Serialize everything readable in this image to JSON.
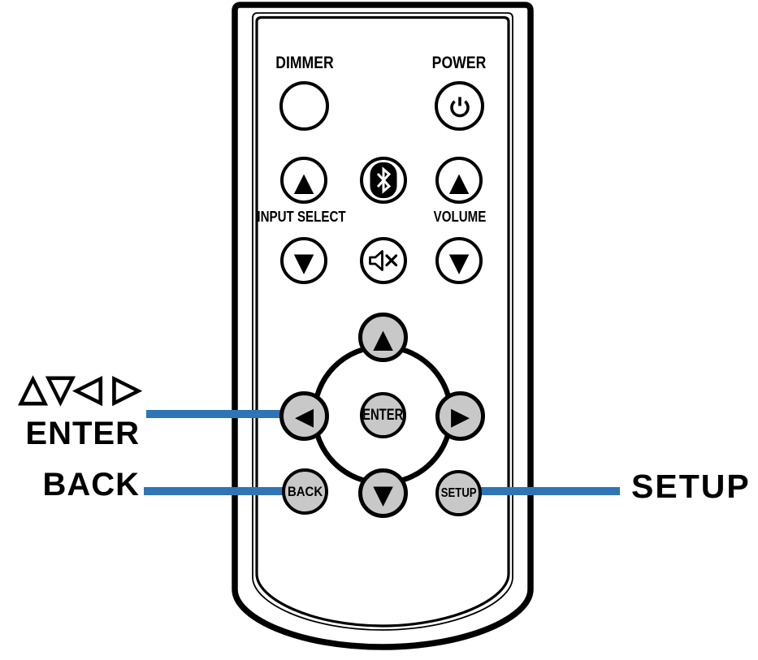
{
  "diagram": {
    "name": "remote-control-setup-callout-diagram"
  },
  "colors": {
    "callout_line_blue": "#2e75b6",
    "nav_button_gray": "#c8c8c8",
    "outline_black": "#000000",
    "background": "#ffffff"
  },
  "remote_labels": {
    "dimmer": "DIMMER",
    "power": "POWER",
    "input_select": "INPUT SELECT",
    "volume": "VOLUME"
  },
  "remote_buttons": {
    "enter": "ENTER",
    "back": "BACK",
    "setup": "SETUP"
  },
  "icons": {
    "up_triangle_filled": "▲",
    "down_triangle_filled": "▼",
    "left_triangle_filled": "◀",
    "right_triangle_filled": "▶",
    "icon_names": [
      "power-icon",
      "bluetooth-icon",
      "mute-speaker-icon",
      "up-triangle-icon",
      "down-triangle-icon",
      "left-triangle-icon",
      "right-triangle-icon",
      "cursor-ring"
    ]
  },
  "callouts": {
    "cursor_keys": "△▽◁ ▷",
    "enter": "ENTER",
    "back": "BACK",
    "setup": "SETUP"
  }
}
